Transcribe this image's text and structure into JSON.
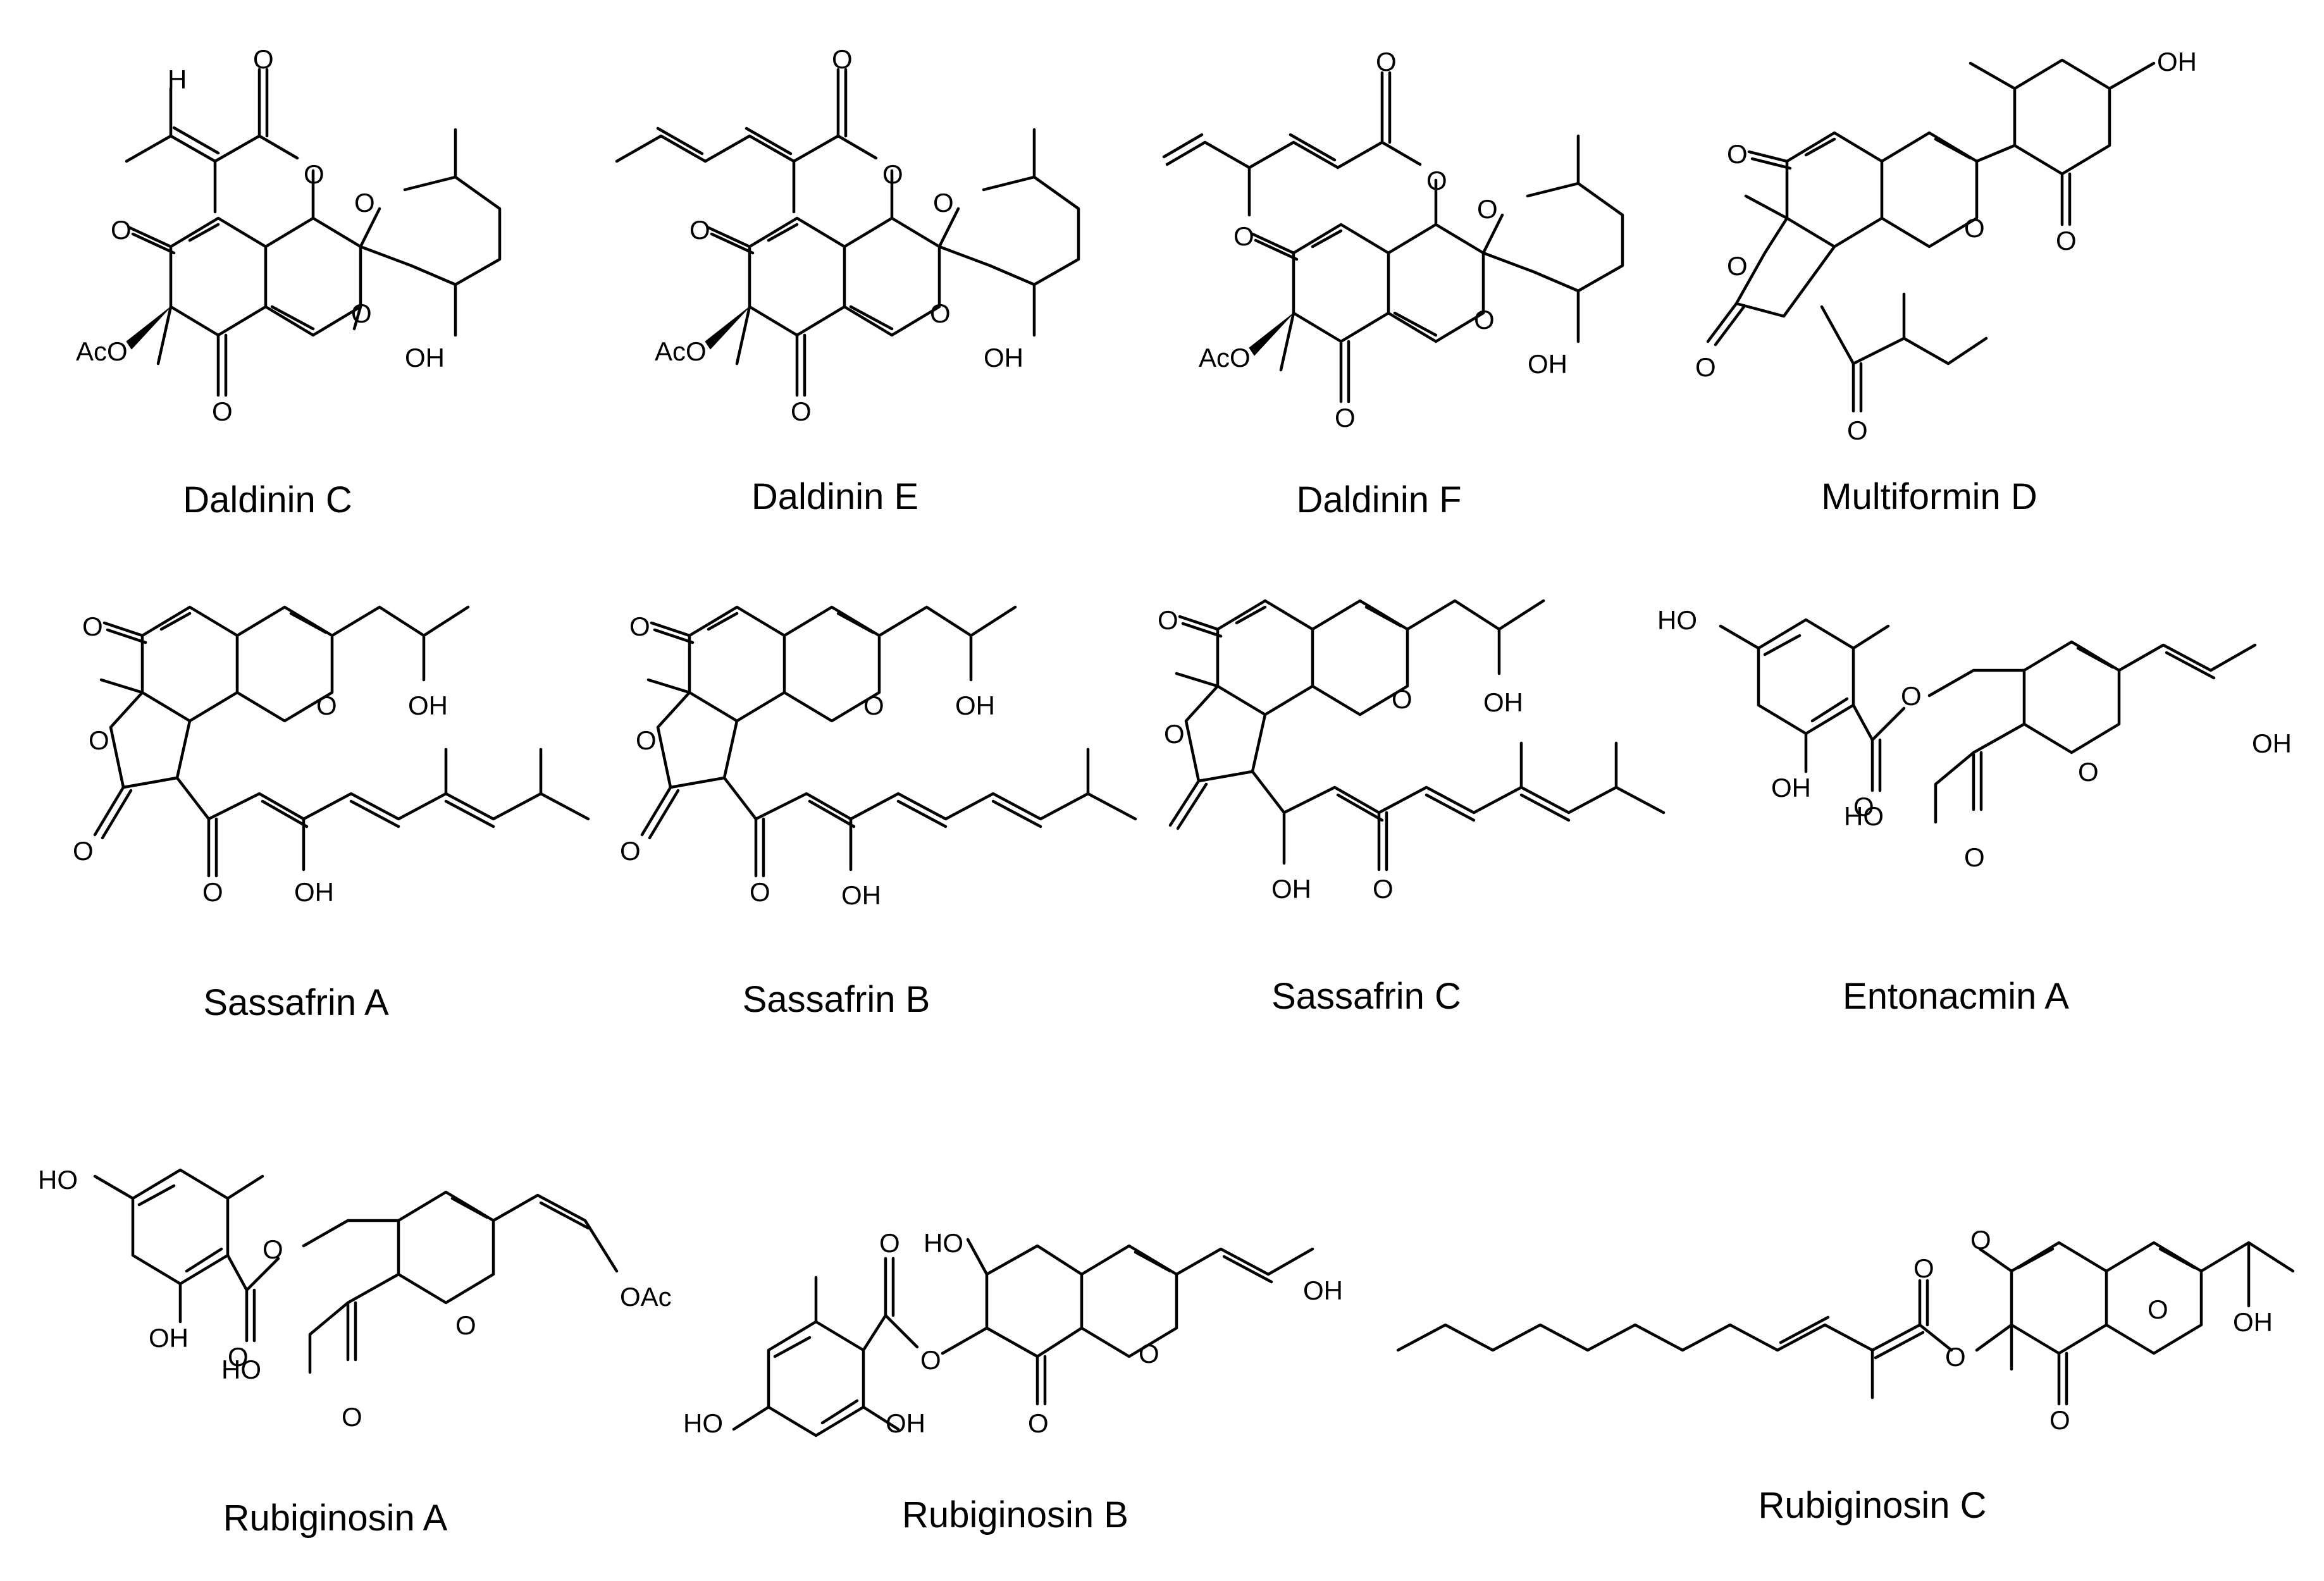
{
  "compounds": [
    {
      "id": "c1",
      "name": "Daldinin C",
      "labels": [
        "O",
        "O",
        "O",
        "O",
        "AcO",
        "O",
        "O",
        "OH",
        "H"
      ]
    },
    {
      "id": "c2",
      "name": "Daldinin E",
      "labels": [
        "O",
        "O",
        "O",
        "O",
        "AcO",
        "O",
        "O",
        "OH"
      ]
    },
    {
      "id": "c3",
      "name": "Daldinin F",
      "labels": [
        "O",
        "O",
        "O",
        "O",
        "AcO",
        "O",
        "O",
        "OH"
      ]
    },
    {
      "id": "c4",
      "name": "Multiformin D",
      "labels": [
        "O",
        "O",
        "O",
        "O",
        "O",
        "O",
        "OH"
      ]
    },
    {
      "id": "c5",
      "name": "Sassafrin A",
      "labels": [
        "O",
        "O",
        "O",
        "O",
        "O",
        "OH",
        "OH"
      ]
    },
    {
      "id": "c6",
      "name": "Sassafrin B",
      "labels": [
        "O",
        "O",
        "O",
        "O",
        "O",
        "OH",
        "OH"
      ]
    },
    {
      "id": "c7",
      "name": "Sassafrin C",
      "labels": [
        "O",
        "O",
        "O",
        "OH",
        "O",
        "OH"
      ]
    },
    {
      "id": "c8",
      "name": "Entonacmin A",
      "labels": [
        "HO",
        "OH",
        "O",
        "O",
        "HO",
        "O",
        "O",
        "OH"
      ]
    },
    {
      "id": "c9",
      "name": "Rubiginosin A",
      "labels": [
        "HO",
        "OH",
        "O",
        "O",
        "HO",
        "O",
        "O",
        "OAc"
      ]
    },
    {
      "id": "c10",
      "name": "Rubiginosin B",
      "labels": [
        "HO",
        "O",
        "O",
        "HO",
        "OH",
        "O",
        "O",
        "OH"
      ]
    },
    {
      "id": "c11",
      "name": "Rubiginosin C",
      "labels": [
        "O",
        "O",
        "O",
        "O",
        "O",
        "OH"
      ]
    }
  ]
}
